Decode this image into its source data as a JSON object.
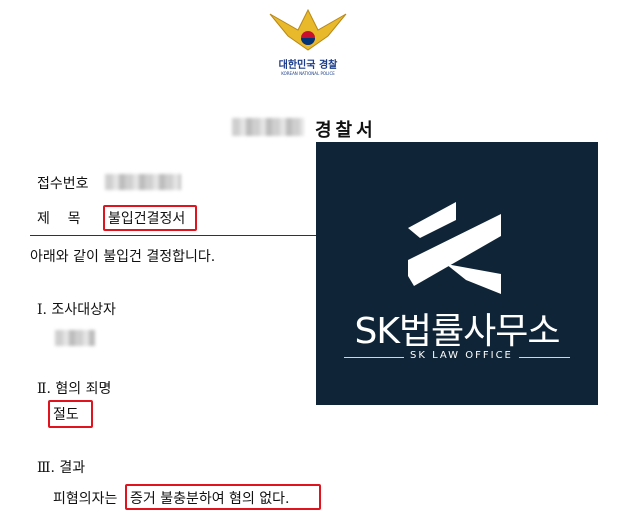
{
  "logo": {
    "name": "대한민국 경찰",
    "english": "KOREAN NATIONAL POLICE"
  },
  "doc": {
    "station_suffix": "경찰서",
    "receipt_label": "접수번호",
    "subject_label": "제    목",
    "subject_value": "불입건결정서",
    "intro": "아래와 같이 불입건 결정합니다.",
    "sections": [
      {
        "heading": "Ⅰ. 조사대상자"
      },
      {
        "heading": "Ⅱ. 혐의 죄명",
        "value": "절도"
      },
      {
        "heading": "Ⅲ. 결과",
        "prefix": "피혐의자는",
        "value": "증거 불충분하여 혐의 없다."
      }
    ]
  },
  "overlay": {
    "name": "SK법률사무소",
    "english": "SK LAW OFFICE",
    "bg": "#0f2537"
  },
  "colors": {
    "highlight": "#e0141e"
  }
}
